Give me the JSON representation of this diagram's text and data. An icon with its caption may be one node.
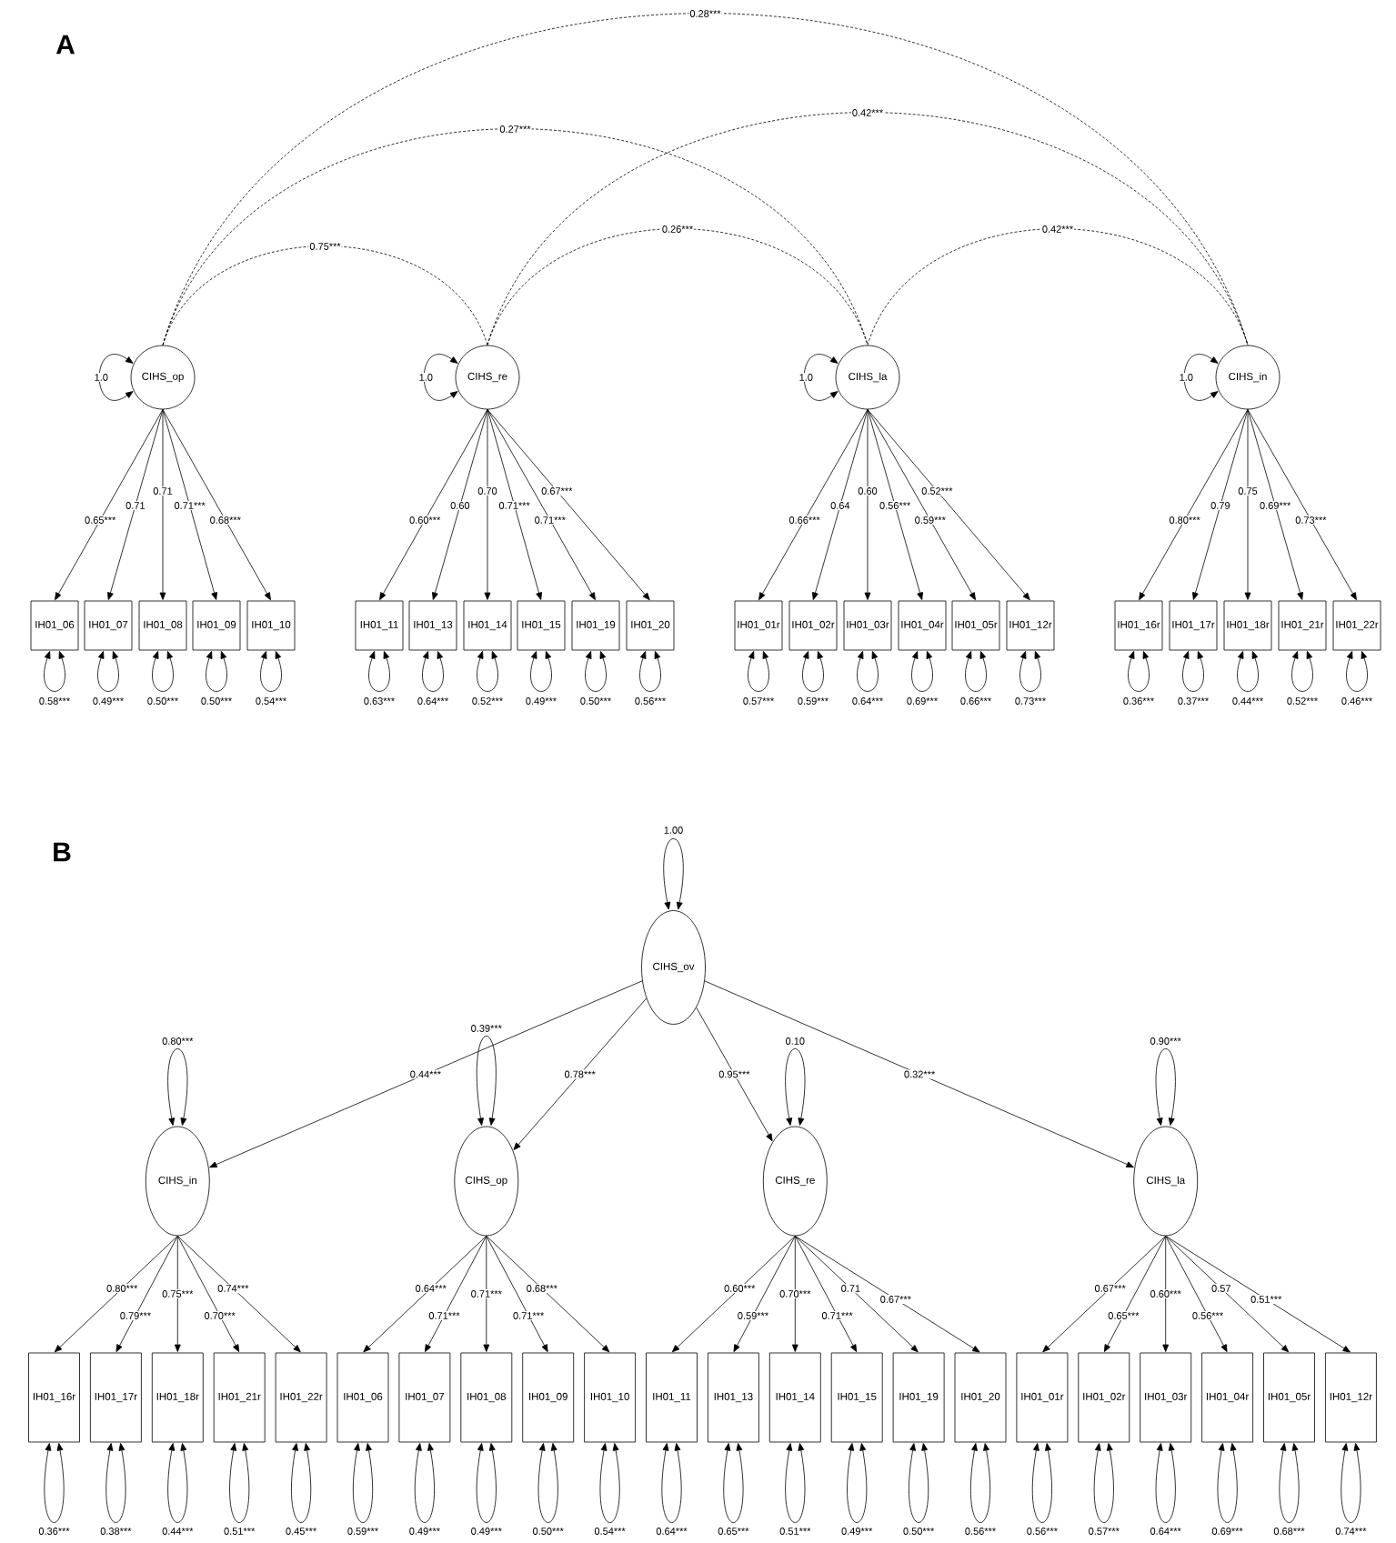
{
  "diagram": {
    "nodes": [
      {
        "text": [
          "CIHS_op"
        ]
      },
      {
        "text": [
          "CIHS_re"
        ]
      },
      {
        "text": [
          "CIHS_la"
        ]
      },
      {
        "text": [
          "CIHS_in"
        ]
      },
      {
        "text": [
          "IH01_06"
        ]
      },
      {
        "text": [
          "IH01_07"
        ]
      },
      {
        "text": [
          "IH01_08"
        ]
      },
      {
        "text": [
          "IH01_09"
        ]
      },
      {
        "text": [
          "IH01_10"
        ]
      },
      {
        "text": [
          "IH01_11"
        ]
      },
      {
        "text": [
          "IH01_13"
        ]
      },
      {
        "text": [
          "IH01_14"
        ]
      },
      {
        "text": [
          "IH01_15"
        ]
      },
      {
        "text": [
          "IH01_19"
        ]
      },
      {
        "text": [
          "IH01_20"
        ]
      },
      {
        "text": [
          "IH01_01r"
        ]
      },
      {
        "text": [
          "IH01_02r"
        ]
      },
      {
        "text": [
          "IH01_03r"
        ]
      },
      {
        "text": [
          "IH01_04r"
        ]
      },
      {
        "text": [
          "IH01_05r"
        ]
      },
      {
        "text": [
          "IH01_12r"
        ]
      },
      {
        "text": [
          "IH01_16r"
        ]
      },
      {
        "text": [
          "IH01_17r"
        ]
      },
      {
        "text": [
          "IH01_18r"
        ]
      },
      {
        "text": [
          "IH01_21r"
        ]
      },
      {
        "text": [
          "IH01_22r"
        ]
      },
      {
        "text": [
          "CIHS_ov"
        ]
      },
      {
        "text": [
          "CIHS_in"
        ]
      },
      {
        "text": [
          "CIHS_op"
        ]
      },
      {
        "text": [
          "CIHS_re"
        ]
      },
      {
        "text": [
          "CIHS_la"
        ]
      },
      {
        "text": [
          "IH01_16r"
        ]
      },
      {
        "text": [
          "IH01_17r"
        ]
      },
      {
        "text": [
          "IH01_18r"
        ]
      },
      {
        "text": [
          "IH01_21r"
        ]
      },
      {
        "text": [
          "IH01_22r"
        ]
      },
      {
        "text": [
          "IH01_06"
        ]
      },
      {
        "text": [
          "IH01_07"
        ]
      },
      {
        "text": [
          "IH01_08"
        ]
      },
      {
        "text": [
          "IH01_09"
        ]
      },
      {
        "text": [
          "IH01_10"
        ]
      },
      {
        "text": [
          "IH01_11"
        ]
      },
      {
        "text": [
          "IH01_13"
        ]
      },
      {
        "text": [
          "IH01_14"
        ]
      },
      {
        "text": [
          "IH01_15"
        ]
      },
      {
        "text": [
          "IH01_19"
        ]
      },
      {
        "text": [
          "IH01_20"
        ]
      },
      {
        "text": [
          "IH01_01r"
        ]
      },
      {
        "text": [
          "IH01_02r"
        ]
      },
      {
        "text": [
          "IH01_03r"
        ]
      },
      {
        "text": [
          "IH01_04r"
        ]
      },
      {
        "text": [
          "IH01_05r"
        ]
      },
      {
        "text": [
          "IH01_12r"
        ]
      }
    ],
    "edges": [
      {
        "from": 0,
        "to": 1,
        "arrow": "none",
        "style": "dashed",
        "label": "0.75***"
      },
      {
        "from": 0,
        "to": 2,
        "arrow": "none",
        "style": "dashed",
        "label": "0.27***"
      },
      {
        "from": 0,
        "to": 3,
        "arrow": "none",
        "style": "dashed",
        "label": "0.28***"
      },
      {
        "from": 1,
        "to": 2,
        "arrow": "none",
        "style": "dashed",
        "label": "0.26***"
      },
      {
        "from": 1,
        "to": 3,
        "arrow": "none",
        "style": "dashed",
        "label": "0.42***"
      },
      {
        "from": 2,
        "to": 3,
        "arrow": "none",
        "style": "dashed",
        "label": "0.42***"
      },
      {
        "from": 0,
        "to": 0,
        "arrow": "both",
        "label": "1.0"
      },
      {
        "from": 1,
        "to": 1,
        "arrow": "both",
        "label": "1.0"
      },
      {
        "from": 2,
        "to": 2,
        "arrow": "both",
        "label": "1.0"
      },
      {
        "from": 3,
        "to": 3,
        "arrow": "both",
        "label": "1.0"
      },
      {
        "from": 0,
        "to": 4,
        "arrow": "to",
        "label": "0.65***"
      },
      {
        "from": 0,
        "to": 5,
        "arrow": "to",
        "label": "0.71"
      },
      {
        "from": 0,
        "to": 6,
        "arrow": "to",
        "label": "0.71"
      },
      {
        "from": 0,
        "to": 7,
        "arrow": "to",
        "label": "0.71***"
      },
      {
        "from": 0,
        "to": 8,
        "arrow": "to",
        "label": "0.68***"
      },
      {
        "from": 1,
        "to": 9,
        "arrow": "to",
        "label": "0.60***"
      },
      {
        "from": 1,
        "to": 10,
        "arrow": "to",
        "label": "0.60"
      },
      {
        "from": 1,
        "to": 11,
        "arrow": "to",
        "label": "0.70"
      },
      {
        "from": 1,
        "to": 12,
        "arrow": "to",
        "label": "0.71***"
      },
      {
        "from": 1,
        "to": 13,
        "arrow": "to",
        "label": "0.71***"
      },
      {
        "from": 1,
        "to": 14,
        "arrow": "to",
        "label": "0.67***"
      },
      {
        "from": 2,
        "to": 15,
        "arrow": "to",
        "label": "0.66***"
      },
      {
        "from": 2,
        "to": 16,
        "arrow": "to",
        "label": "0.64"
      },
      {
        "from": 2,
        "to": 17,
        "arrow": "to",
        "label": "0.60"
      },
      {
        "from": 2,
        "to": 18,
        "arrow": "to",
        "label": "0.56***"
      },
      {
        "from": 2,
        "to": 19,
        "arrow": "to",
        "label": "0.59***"
      },
      {
        "from": 2,
        "to": 20,
        "arrow": "to",
        "label": "0.52***"
      },
      {
        "from": 3,
        "to": 21,
        "arrow": "to",
        "label": "0.80***"
      },
      {
        "from": 3,
        "to": 22,
        "arrow": "to",
        "label": "0.79"
      },
      {
        "from": 3,
        "to": 23,
        "arrow": "to",
        "label": "0.75"
      },
      {
        "from": 3,
        "to": 24,
        "arrow": "to",
        "label": "0.69***"
      },
      {
        "from": 3,
        "to": 25,
        "arrow": "to",
        "label": "0.73***"
      },
      {
        "from": 4,
        "to": 4,
        "arrow": "both",
        "label": "0.58***"
      },
      {
        "from": 5,
        "to": 5,
        "arrow": "both",
        "label": "0.49***"
      },
      {
        "from": 6,
        "to": 6,
        "arrow": "both",
        "label": "0.50***"
      },
      {
        "from": 7,
        "to": 7,
        "arrow": "both",
        "label": "0.50***"
      },
      {
        "from": 8,
        "to": 8,
        "arrow": "both",
        "label": "0.54***"
      },
      {
        "from": 9,
        "to": 9,
        "arrow": "both",
        "label": "0.63***"
      },
      {
        "from": 10,
        "to": 10,
        "arrow": "both",
        "label": "0.64***"
      },
      {
        "from": 11,
        "to": 11,
        "arrow": "both",
        "label": "0.52***"
      },
      {
        "from": 12,
        "to": 12,
        "arrow": "both",
        "label": "0.49***"
      },
      {
        "from": 13,
        "to": 13,
        "arrow": "both",
        "label": "0.50***"
      },
      {
        "from": 14,
        "to": 14,
        "arrow": "both",
        "label": "0.56***"
      },
      {
        "from": 15,
        "to": 15,
        "arrow": "both",
        "label": "0.57***"
      },
      {
        "from": 16,
        "to": 16,
        "arrow": "both",
        "label": "0.59***"
      },
      {
        "from": 17,
        "to": 17,
        "arrow": "both",
        "label": "0.64***"
      },
      {
        "from": 18,
        "to": 18,
        "arrow": "both",
        "label": "0.69***"
      },
      {
        "from": 19,
        "to": 19,
        "arrow": "both",
        "label": "0.66***"
      },
      {
        "from": 20,
        "to": 20,
        "arrow": "both",
        "label": "0.73***"
      },
      {
        "from": 21,
        "to": 21,
        "arrow": "both",
        "label": "0.36***"
      },
      {
        "from": 22,
        "to": 22,
        "arrow": "both",
        "label": "0.37***"
      },
      {
        "from": 23,
        "to": 23,
        "arrow": "both",
        "label": "0.44***"
      },
      {
        "from": 24,
        "to": 24,
        "arrow": "both",
        "label": "0.52***"
      },
      {
        "from": 25,
        "to": 25,
        "arrow": "both",
        "label": "0.46***"
      },
      {
        "from": 26,
        "to": 26,
        "arrow": "both",
        "label": "1.00"
      },
      {
        "from": 26,
        "to": 27,
        "arrow": "to",
        "label": "0.44***"
      },
      {
        "from": 26,
        "to": 28,
        "arrow": "to",
        "label": "0.78***"
      },
      {
        "from": 26,
        "to": 29,
        "arrow": "to",
        "label": "0.95***"
      },
      {
        "from": 26,
        "to": 30,
        "arrow": "to",
        "label": "0.32***"
      },
      {
        "from": 27,
        "to": 27,
        "arrow": "both",
        "label": "0.80***"
      },
      {
        "from": 28,
        "to": 28,
        "arrow": "both",
        "label": "0.39***"
      },
      {
        "from": 29,
        "to": 29,
        "arrow": "both",
        "label": "0.10"
      },
      {
        "from": 30,
        "to": 30,
        "arrow": "both",
        "label": "0.90***"
      },
      {
        "from": 27,
        "to": 31,
        "arrow": "to",
        "label": "0.80***"
      },
      {
        "from": 27,
        "to": 32,
        "arrow": "to",
        "label": "0.79***"
      },
      {
        "from": 27,
        "to": 33,
        "arrow": "to",
        "label": "0.75***"
      },
      {
        "from": 27,
        "to": 34,
        "arrow": "to",
        "label": "0.70***"
      },
      {
        "from": 27,
        "to": 35,
        "arrow": "to",
        "label": "0.74***"
      },
      {
        "from": 28,
        "to": 36,
        "arrow": "to",
        "label": "0.64***"
      },
      {
        "from": 28,
        "to": 37,
        "arrow": "to",
        "label": "0.71***"
      },
      {
        "from": 28,
        "to": 38,
        "arrow": "to",
        "label": "0.71***"
      },
      {
        "from": 28,
        "to": 39,
        "arrow": "to",
        "label": "0.71***"
      },
      {
        "from": 28,
        "to": 40,
        "arrow": "to",
        "label": "0.68***"
      },
      {
        "from": 29,
        "to": 41,
        "arrow": "to",
        "label": "0.60***"
      },
      {
        "from": 29,
        "to": 42,
        "arrow": "to",
        "label": "0.59***"
      },
      {
        "from": 29,
        "to": 43,
        "arrow": "to",
        "label": "0.70***"
      },
      {
        "from": 29,
        "to": 44,
        "arrow": "to",
        "label": "0.71***"
      },
      {
        "from": 29,
        "to": 45,
        "arrow": "to",
        "label": "0.71"
      },
      {
        "from": 29,
        "to": 46,
        "arrow": "to",
        "label": "0.67***"
      },
      {
        "from": 30,
        "to": 47,
        "arrow": "to",
        "label": "0.67***"
      },
      {
        "from": 30,
        "to": 48,
        "arrow": "to",
        "label": "0.65***"
      },
      {
        "from": 30,
        "to": 49,
        "arrow": "to",
        "label": "0.60***"
      },
      {
        "from": 30,
        "to": 50,
        "arrow": "to",
        "label": "0.56***"
      },
      {
        "from": 30,
        "to": 51,
        "arrow": "to",
        "label": "0.57"
      },
      {
        "from": 30,
        "to": 52,
        "arrow": "to",
        "label": "0.51***"
      },
      {
        "from": 31,
        "to": 31,
        "arrow": "both",
        "label": "0.36***"
      },
      {
        "from": 32,
        "to": 32,
        "arrow": "both",
        "label": "0.38***"
      },
      {
        "from": 33,
        "to": 33,
        "arrow": "both",
        "label": "0.44***"
      },
      {
        "from": 34,
        "to": 34,
        "arrow": "both",
        "label": "0.51***"
      },
      {
        "from": 35,
        "to": 35,
        "arrow": "both",
        "label": "0.45***"
      },
      {
        "from": 36,
        "to": 36,
        "arrow": "both",
        "label": "0.59***"
      },
      {
        "from": 37,
        "to": 37,
        "arrow": "both",
        "label": "0.49***"
      },
      {
        "from": 38,
        "to": 38,
        "arrow": "both",
        "label": "0.49***"
      },
      {
        "from": 39,
        "to": 39,
        "arrow": "both",
        "label": "0.50***"
      },
      {
        "from": 40,
        "to": 40,
        "arrow": "both",
        "label": "0.54***"
      },
      {
        "from": 41,
        "to": 41,
        "arrow": "both",
        "label": "0.64***"
      },
      {
        "from": 42,
        "to": 42,
        "arrow": "both",
        "label": "0.65***"
      },
      {
        "from": 43,
        "to": 43,
        "arrow": "both",
        "label": "0.51***"
      },
      {
        "from": 44,
        "to": 44,
        "arrow": "both",
        "label": "0.49***"
      },
      {
        "from": 45,
        "to": 45,
        "arrow": "both",
        "label": "0.50***"
      },
      {
        "from": 46,
        "to": 46,
        "arrow": "both",
        "label": "0.56***"
      },
      {
        "from": 47,
        "to": 47,
        "arrow": "both",
        "label": "0.56***"
      },
      {
        "from": 48,
        "to": 48,
        "arrow": "both",
        "label": "0.57***"
      },
      {
        "from": 49,
        "to": 49,
        "arrow": "both",
        "label": "0.64***"
      },
      {
        "from": 50,
        "to": 50,
        "arrow": "both",
        "label": "0.69***"
      },
      {
        "from": 51,
        "to": 51,
        "arrow": "both",
        "label": "0.68***"
      },
      {
        "from": 52,
        "to": 52,
        "arrow": "both",
        "label": "0.74***"
      }
    ],
    "labels": [
      "A",
      "B"
    ]
  }
}
